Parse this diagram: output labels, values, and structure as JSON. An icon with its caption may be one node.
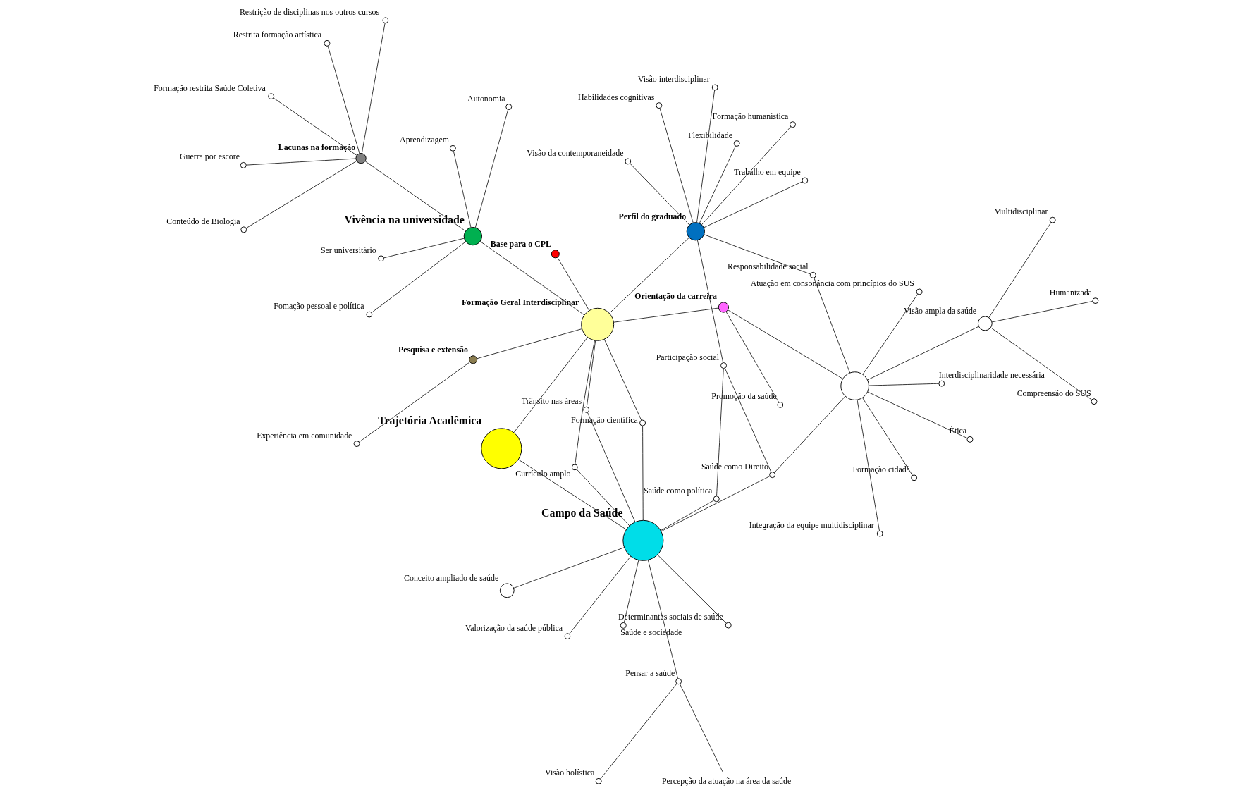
{
  "diagram": {
    "nodes": [
      {
        "text": [
          "Trajetória Acadêmica"
        ]
      },
      {
        "text": [
          "Formação Geral Interdisciplinar"
        ]
      },
      {
        "text": [
          "Campo da Saúde"
        ]
      },
      {
        "text": [
          "Conceito ampliado de saúde"
        ]
      },
      {
        "text": [
          "Determinantes sociais de saúde"
        ]
      },
      {
        "text": [
          "Valorização da saúde pública"
        ]
      },
      {
        "text": [
          "Saúde e sociedade"
        ]
      },
      {
        "text": [
          "Pensar a saúde"
        ]
      },
      {
        "text": [
          "Visão holística"
        ]
      },
      {
        "text": [
          "Percepção da atuação na área da saúde"
        ]
      },
      {
        "text": [
          "Saúde como política"
        ]
      },
      {
        "text": [
          "Participação social"
        ]
      },
      {
        "text": [
          "Saúde como Direito"
        ]
      },
      {
        "text": [],
        "shape": "circle"
      },
      {
        "text": [
          "Trânsito nas áreas"
        ]
      },
      {
        "text": [
          "Currículo amplo"
        ]
      },
      {
        "text": [
          "Formação científica"
        ]
      },
      {
        "text": [
          "Base para o CPL"
        ]
      },
      {
        "text": [
          "Pesquisa e extensão"
        ]
      },
      {
        "text": [
          "Experiência em comunidade"
        ]
      },
      {
        "text": [
          "Perfil do graduado"
        ]
      },
      {
        "text": [
          "Visão da contemporaneidade"
        ]
      },
      {
        "text": [
          "Flexibilidade"
        ]
      },
      {
        "text": [
          "Formação humanística"
        ]
      },
      {
        "text": [
          "Visão interdisciplinar"
        ]
      },
      {
        "text": [
          "Trabalho em equipe"
        ]
      },
      {
        "text": [
          "Responsabilidade social"
        ]
      },
      {
        "text": [
          "Habilidades cognitivas"
        ]
      },
      {
        "text": [
          "Orientação da carreira"
        ]
      },
      {
        "text": [
          "Promoção da saúde"
        ]
      },
      {
        "text": [
          "Vivência na universidade"
        ]
      },
      {
        "text": [
          "Aprendizagem"
        ]
      },
      {
        "text": [
          "Fomação pessoal e política"
        ]
      },
      {
        "text": [
          "Ser universitário"
        ]
      },
      {
        "text": [
          "Autonomia"
        ]
      },
      {
        "text": [
          "Lacunas na formação"
        ]
      },
      {
        "text": [
          "Restrita formação artística"
        ]
      },
      {
        "text": [
          "Restrição de disciplinas nos outros cursos"
        ]
      },
      {
        "text": [
          "Guerra por escore"
        ]
      },
      {
        "text": [
          "Conteúdo de Biologia"
        ]
      },
      {
        "text": [
          "Formação restrita Saúde Coletiva"
        ]
      },
      {
        "text": [
          "Visão ampla da saúde"
        ]
      },
      {
        "text": [
          "Multidisciplinar"
        ]
      },
      {
        "text": [
          "Humanizada"
        ]
      },
      {
        "text": [
          "Compreensão do SUS"
        ]
      },
      {
        "text": [
          "Formação cidadã"
        ]
      },
      {
        "text": [
          "Ética"
        ]
      },
      {
        "text": [
          "Integração da equipe multidisciplinar"
        ]
      },
      {
        "text": [
          "Atuação em consonância com princípios do SUS"
        ]
      },
      {
        "text": [
          "Interdisciplinaridade necessária"
        ]
      }
    ],
    "edges": [
      {
        "from": 0,
        "to": 2,
        "arrow": "none"
      },
      {
        "from": 0,
        "to": 1,
        "arrow": "none"
      },
      {
        "from": 1,
        "to": 14,
        "arrow": "none"
      },
      {
        "from": 14,
        "to": 2,
        "arrow": "none"
      },
      {
        "from": 1,
        "to": 15,
        "arrow": "none"
      },
      {
        "from": 15,
        "to": 2,
        "arrow": "none"
      },
      {
        "from": 1,
        "to": 16,
        "arrow": "none"
      },
      {
        "from": 16,
        "to": 2,
        "arrow": "none"
      },
      {
        "from": 2,
        "to": 3,
        "arrow": "none"
      },
      {
        "from": 2,
        "to": 4,
        "arrow": "none"
      },
      {
        "from": 2,
        "to": 5,
        "arrow": "none"
      },
      {
        "from": 2,
        "to": 6,
        "arrow": "none"
      },
      {
        "from": 2,
        "to": 7,
        "arrow": "none"
      },
      {
        "from": 7,
        "to": 8,
        "arrow": "none"
      },
      {
        "from": 7,
        "to": 9,
        "arrow": "none"
      },
      {
        "from": 2,
        "to": 10,
        "arrow": "none"
      },
      {
        "from": 10,
        "to": 11,
        "arrow": "none"
      },
      {
        "from": 2,
        "to": 12,
        "arrow": "none"
      },
      {
        "from": 20,
        "to": 11,
        "arrow": "none"
      },
      {
        "from": 11,
        "to": 12,
        "arrow": "none"
      },
      {
        "from": 12,
        "to": 13,
        "arrow": "none"
      },
      {
        "from": 26,
        "to": 13,
        "arrow": "none"
      },
      {
        "from": 28,
        "to": 13,
        "arrow": "none"
      },
      {
        "from": 13,
        "to": 41,
        "arrow": "none"
      },
      {
        "from": 41,
        "to": 42,
        "arrow": "none"
      },
      {
        "from": 41,
        "to": 43,
        "arrow": "none"
      },
      {
        "from": 41,
        "to": 44,
        "arrow": "none"
      },
      {
        "from": 13,
        "to": 45,
        "arrow": "none"
      },
      {
        "from": 13,
        "to": 46,
        "arrow": "none"
      },
      {
        "from": 13,
        "to": 47,
        "arrow": "none"
      },
      {
        "from": 13,
        "to": 48,
        "arrow": "none"
      },
      {
        "from": 13,
        "to": 49,
        "arrow": "none"
      },
      {
        "from": 1,
        "to": 17,
        "arrow": "none"
      },
      {
        "from": 1,
        "to": 18,
        "arrow": "none"
      },
      {
        "from": 18,
        "to": 19,
        "arrow": "none"
      },
      {
        "from": 1,
        "to": 30,
        "arrow": "none"
      },
      {
        "from": 1,
        "to": 20,
        "arrow": "none"
      },
      {
        "from": 1,
        "to": 28,
        "arrow": "none"
      },
      {
        "from": 20,
        "to": 21,
        "arrow": "none"
      },
      {
        "from": 20,
        "to": 22,
        "arrow": "none"
      },
      {
        "from": 20,
        "to": 24,
        "arrow": "none"
      },
      {
        "from": 20,
        "to": 23,
        "arrow": "none"
      },
      {
        "from": 20,
        "to": 25,
        "arrow": "none"
      },
      {
        "from": 20,
        "to": 26,
        "arrow": "none"
      },
      {
        "from": 20,
        "to": 27,
        "arrow": "none"
      },
      {
        "from": 28,
        "to": 29,
        "arrow": "none"
      },
      {
        "from": 30,
        "to": 31,
        "arrow": "none"
      },
      {
        "from": 30,
        "to": 32,
        "arrow": "none"
      },
      {
        "from": 30,
        "to": 33,
        "arrow": "none"
      },
      {
        "from": 30,
        "to": 34,
        "arrow": "none"
      },
      {
        "from": 30,
        "to": 35,
        "arrow": "none"
      },
      {
        "from": 35,
        "to": 36,
        "arrow": "none"
      },
      {
        "from": 35,
        "to": 37,
        "arrow": "none"
      },
      {
        "from": 35,
        "to": 38,
        "arrow": "none"
      },
      {
        "from": 35,
        "to": 39,
        "arrow": "none"
      },
      {
        "from": 35,
        "to": 40,
        "arrow": "none"
      }
    ]
  }
}
